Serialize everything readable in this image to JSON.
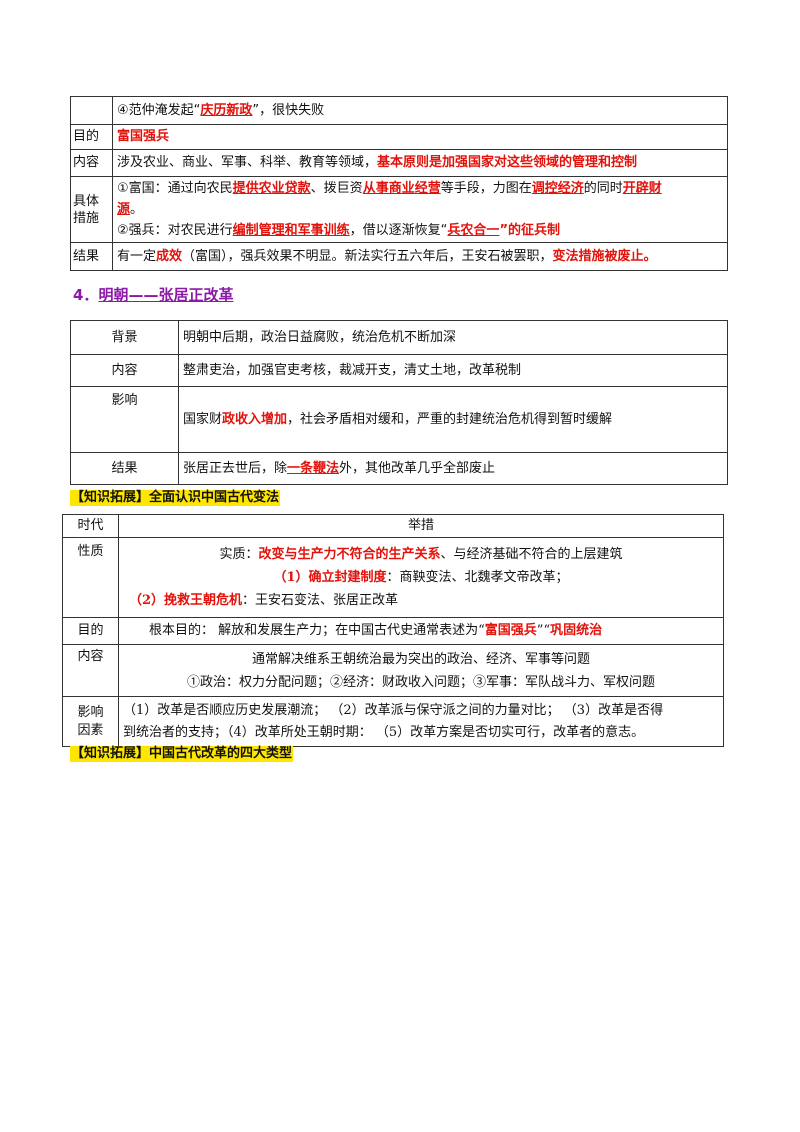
{
  "table1": {
    "row0": {
      "pre": "④范仲淹发起“",
      "kw": "庆历新政",
      "post": "”，很快失败"
    },
    "purpose": {
      "label": "目的",
      "kw": "富国强兵"
    },
    "content": {
      "label": "内容",
      "pre": "涉及农业、商业、军事、科举、教育等领域，",
      "kw": "基本原则是加强国家对这些领域的管理和控制"
    },
    "measures": {
      "label1": "具体",
      "label2": "措施",
      "line1": {
        "a": "①富国：通过向农民",
        "b": "提供农业贷款",
        "c": "、拨巨资",
        "d": "从事商业经营",
        "e": "等手段，力图在",
        "f": "调控经济",
        "g": "的同时",
        "h": "开辟财"
      },
      "line1b": "源",
      "line1c": "。",
      "line2": {
        "a": "②强兵：对农民进行",
        "b": "编制管理和军事训练",
        "c": "，借以逐渐恢复“",
        "d": "兵农合一",
        "e": "”的征兵制"
      }
    },
    "result": {
      "label": "结果",
      "a": "有一定",
      "b": "成效",
      "c": "（富国），强兵效果不明显。新法实行五六年后，王安石被罢职，",
      "d": "变法措施被废止。"
    }
  },
  "heading4": {
    "num": "4．",
    "title": "明朝——张居正改革"
  },
  "table2": {
    "bg": {
      "label": "背景",
      "text": "明朝中后期，政治日益腐败，统治危机不断加深"
    },
    "content": {
      "label": "内容",
      "text": "整肃吏治，加强官吏考核，裁减开支，清丈土地，改革税制"
    },
    "impact": {
      "label": "影响",
      "a": "国家财",
      "b": "政收入增加",
      "c": "，社会矛盾相对缓和，严重的封建统治危机得到暂时缓解"
    },
    "result": {
      "label": "结果",
      "a": "张居正去世后，除",
      "b": "一条鞭法",
      "c": "外，其他改革几乎全部废止"
    }
  },
  "ext1": {
    "label": "【知识拓展】全面认识中国古代变法"
  },
  "table3": {
    "era": {
      "label": "时代",
      "value": "举措"
    },
    "nature": {
      "label": "性质",
      "l1": {
        "a": "实质：",
        "b": "改变与生产力不符合的生产关系",
        "c": "、与经济基础不符合的上层建筑"
      },
      "l2": {
        "a": "（1）确立封建制度",
        "b": "：商鞅变法、北魏孝文帝改革；"
      },
      "l3": {
        "a": "（2）挽救王朝危机",
        "b": "：王安石变法、张居正改革"
      }
    },
    "purpose": {
      "label": "目的",
      "a": "根本目的： 解放和发展生产力；在中国古代史通常表述为“",
      "b": "富国强兵",
      "c": "”“",
      "d": "巩固统治"
    },
    "content": {
      "label": "内容",
      "l1": "通常解决维系王朝统治最为突出的政治、经济、军事等问题",
      "l2": "①政治：权力分配问题；②经济：财政收入问题；③军事：军队战斗力、军权问题"
    },
    "factors": {
      "label1": "影响",
      "label2": "因素",
      "l1": "（1）改革是否顺应历史发展潮流；  （2）改革派与保守派之间的力量对比；  （3）改革是否得",
      "l2": "到统治者的支持；（4）改革所处王朝时期：  （5）改革方案是否切实可行，改革者的意志。"
    }
  },
  "ext2": {
    "label": "【知识拓展】中国古代改革的四大类型"
  }
}
